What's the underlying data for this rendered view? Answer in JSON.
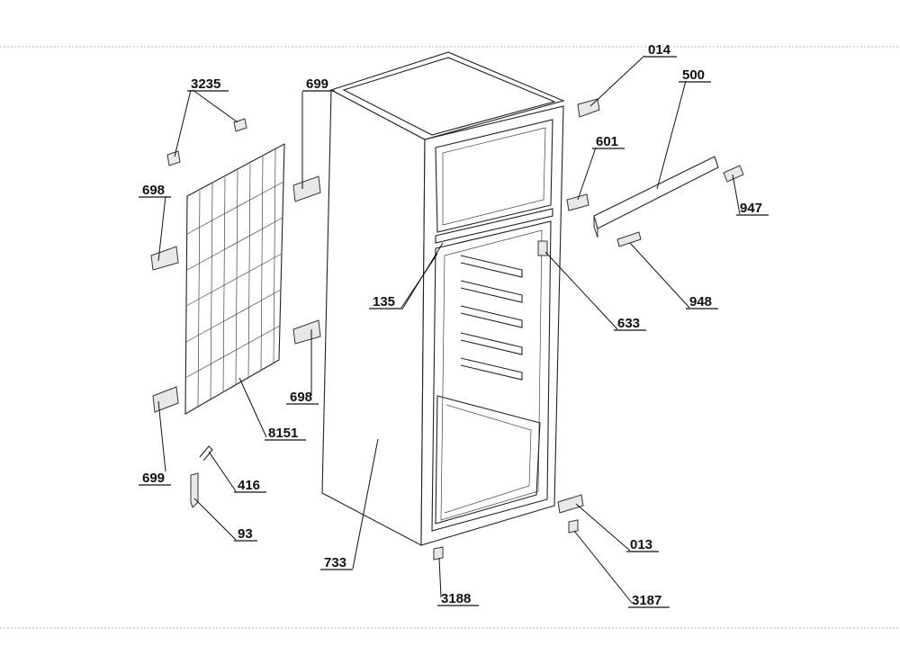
{
  "labels": {
    "p014": "014",
    "p500": "500",
    "p3235": "3235",
    "p699a": "699",
    "p601": "601",
    "p698a": "698",
    "p947": "947",
    "p135": "135",
    "p948": "948",
    "p633": "633",
    "p698b": "698",
    "p8151": "8151",
    "p699b": "699",
    "p416": "416",
    "p93": "93",
    "p013": "013",
    "p733": "733",
    "p3188": "3188",
    "p3187": "3187"
  }
}
